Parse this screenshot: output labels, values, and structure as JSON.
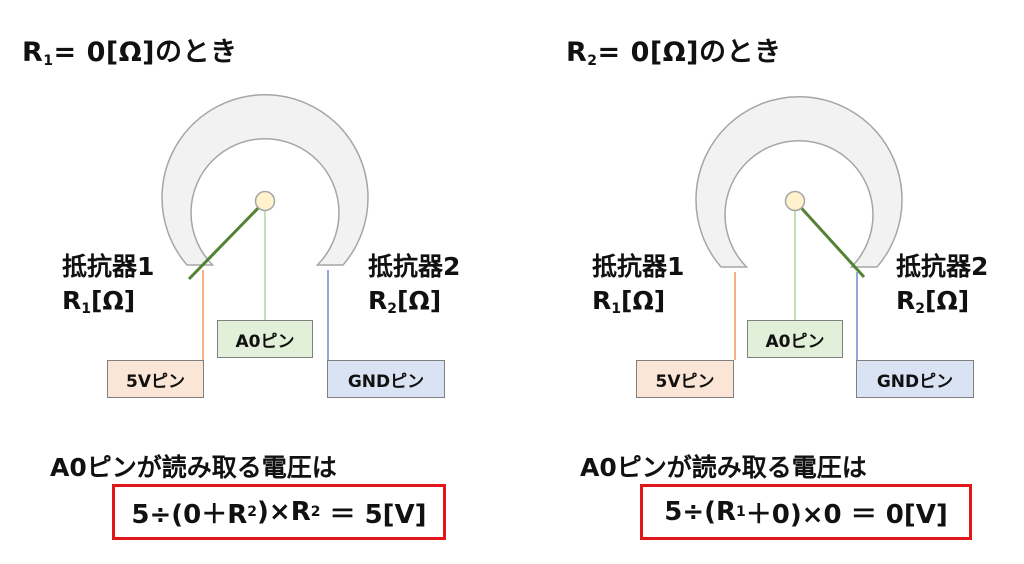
{
  "panels": {
    "left": {
      "title_r": "R",
      "title_sub": "1",
      "title_rest": "= 0[Ω]のとき",
      "resistor1_name": "抵抗器1",
      "resistor1_r": "R",
      "resistor1_sub": "1",
      "resistor1_unit": "[Ω]",
      "resistor2_name": "抵抗器2",
      "resistor2_r": "R",
      "resistor2_sub": "2",
      "resistor2_unit": "[Ω]",
      "pin_5v": "5Vピン",
      "pin_a0": "A0ピン",
      "pin_gnd": "GNDピン",
      "heading": "A0ピンが読み取る電圧は",
      "formula_a": "5÷(0＋R",
      "formula_a_sub": "2",
      "formula_b": ")×R",
      "formula_b_sub": "2",
      "formula_c": " ＝ 5[V]"
    },
    "right": {
      "title_r": "R",
      "title_sub": "2",
      "title_rest": "= 0[Ω]のとき",
      "resistor1_name": "抵抗器1",
      "resistor1_r": "R",
      "resistor1_sub": "1",
      "resistor1_unit": "[Ω]",
      "resistor2_name": "抵抗器2",
      "resistor2_r": "R",
      "resistor2_sub": "2",
      "resistor2_unit": "[Ω]",
      "pin_5v": "5Vピン",
      "pin_a0": "A0ピン",
      "pin_gnd": "GNDピン",
      "heading": "A0ピンが読み取る電圧は",
      "formula_a": "5÷(R",
      "formula_a_sub": "1",
      "formula_b": "＋0)×0 ＝ 0[V]"
    }
  },
  "colors": {
    "arc_fill": "#f2f2f2",
    "arc_stroke": "#a6a6a6",
    "wiper": "#548235",
    "pivot": "#fff2cc",
    "pin_5v_fill": "#fbe5d6",
    "pin_5v_wire": "#f4b183",
    "pin_a0_fill": "#e2f0d9",
    "pin_a0_wire": "#c5e0b4",
    "pin_gnd_fill": "#dae3f3",
    "pin_gnd_wire": "#8faadc",
    "formula_border": "#e0161b"
  }
}
